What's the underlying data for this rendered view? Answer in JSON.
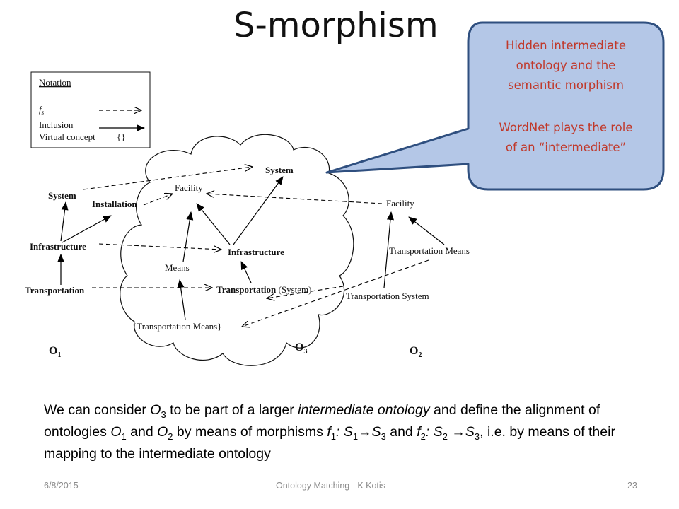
{
  "slide": {
    "title": "S-morphism",
    "body": [
      {
        "t": "We can consider "
      },
      {
        "t": "O",
        "i": true
      },
      {
        "t": "3",
        "sub": true
      },
      {
        "t": " to be part of a larger "
      },
      {
        "t": "intermediate ontology",
        "i": true
      },
      {
        "t": " and define the alignment of ontologies "
      },
      {
        "t": "O",
        "i": true
      },
      {
        "t": "1",
        "sub": true
      },
      {
        "t": " and "
      },
      {
        "t": "O",
        "i": true
      },
      {
        "t": "2",
        "sub": true
      },
      {
        "t": " by means of morphisms "
      },
      {
        "t": "f",
        "i": true
      },
      {
        "t": "1",
        "sub": true
      },
      {
        "t": ": S",
        "i": true
      },
      {
        "t": "1",
        "sub": true
      },
      {
        "t": "→S",
        "i": true
      },
      {
        "t": "3",
        "sub": true
      },
      {
        "t": " and  "
      },
      {
        "t": "f",
        "i": true
      },
      {
        "t": "2",
        "sub": true
      },
      {
        "t": ": S",
        "i": true
      },
      {
        "t": "2",
        "sub": true
      },
      {
        "t": " →S",
        "i": true
      },
      {
        "t": "3",
        "sub": true
      },
      {
        "t": ", i.e. by means of their mapping to the intermediate ontology"
      }
    ]
  },
  "callout": {
    "line1": "Hidden intermediate",
    "line2": "ontology and the",
    "line3": "semantic morphism",
    "line4": "WordNet plays the role",
    "line5": "of an “intermediate”"
  },
  "notation": {
    "title": "Notation",
    "fs_f": "f",
    "fs_s": "s",
    "inclusion": "Inclusion",
    "virtual_concept": "Virtual concept",
    "braces": "{}"
  },
  "o1": {
    "label_o": "O",
    "label_sub": "1",
    "system": "System",
    "installation": "Installation",
    "infrastructure": "Infrastructure",
    "transportation": "Transportation"
  },
  "o3": {
    "label_o": "O",
    "label_sub": "3",
    "system": "System",
    "facility": "Facility",
    "infrastructure": "Infrastructure",
    "means": "Means",
    "transportation": "Transportation",
    "transportation_suffix": " (System)",
    "virtual": "{Transportation Means}"
  },
  "o2": {
    "label_o": "O",
    "label_sub": "2",
    "facility": "Facility",
    "transportation_means": "Transportation Means",
    "transportation_system": "Transportation System"
  },
  "footer": {
    "date": "6/8/2015",
    "center": "Ontology Matching - K Kotis",
    "page": "23"
  }
}
